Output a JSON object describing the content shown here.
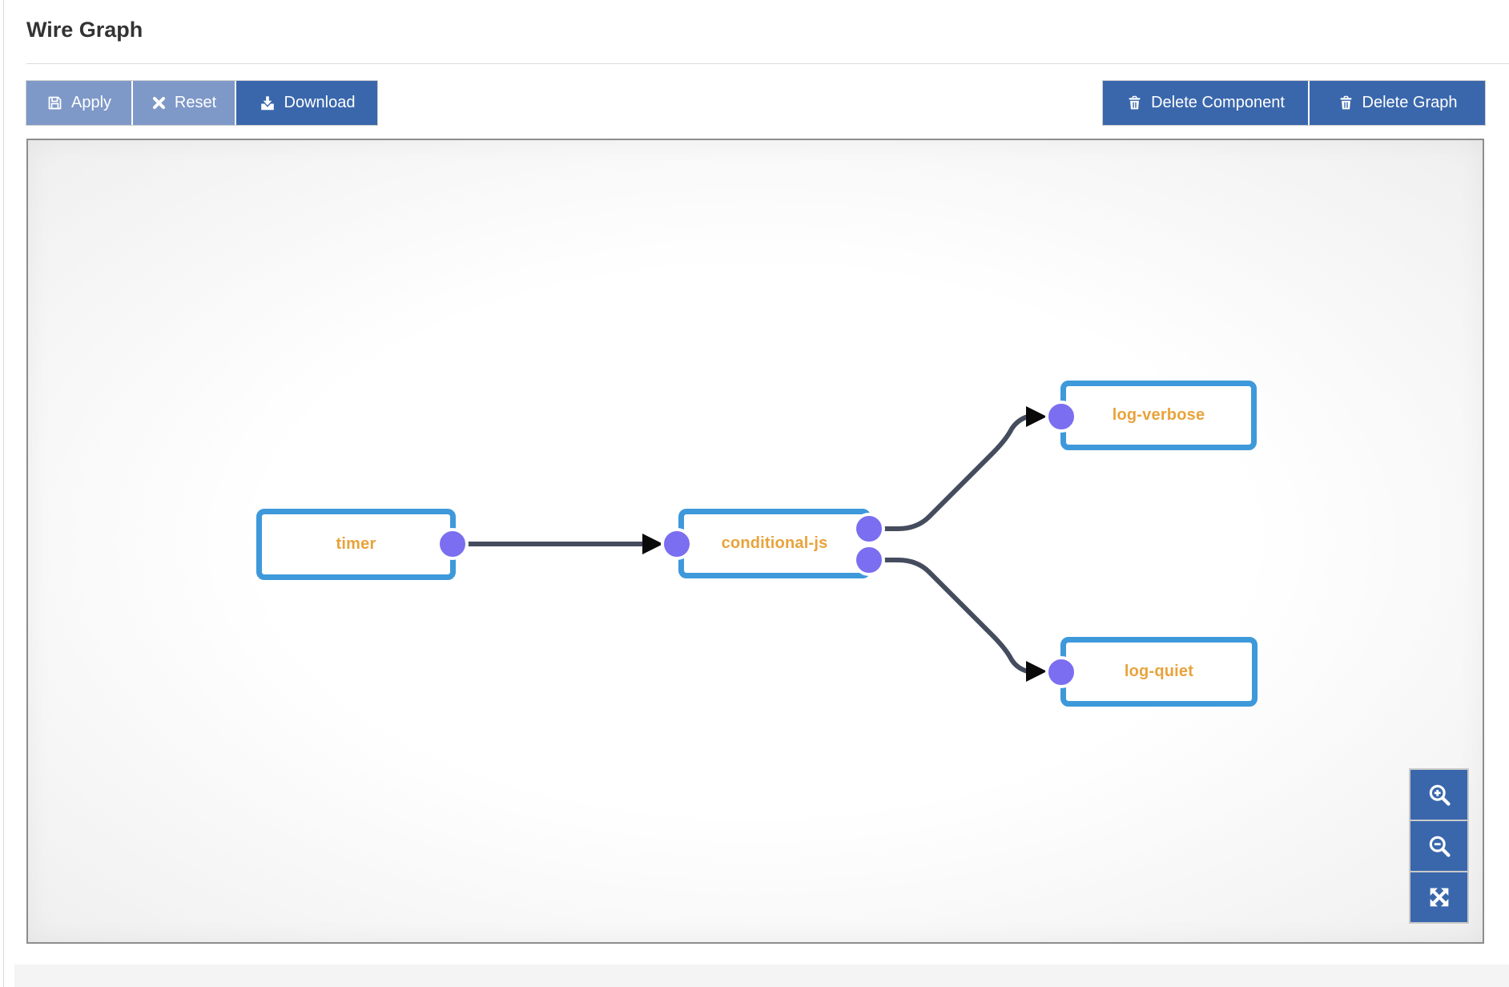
{
  "page": {
    "title": "Wire Graph"
  },
  "toolbar": {
    "apply": "Apply",
    "reset": "Reset",
    "download": "Download",
    "delete_component": "Delete Component",
    "delete_graph": "Delete Graph",
    "icons": {
      "apply": "save-icon",
      "reset": "close-icon",
      "download": "download-icon",
      "delete_component": "trash-icon",
      "delete_graph": "trash-icon"
    }
  },
  "graph": {
    "nodes": [
      {
        "id": "timer",
        "label": "timer",
        "inputs": 0,
        "outputs": 1
      },
      {
        "id": "conditional-js",
        "label": "conditional-js",
        "inputs": 1,
        "outputs": 2
      },
      {
        "id": "log-verbose",
        "label": "log-verbose",
        "inputs": 1,
        "outputs": 0
      },
      {
        "id": "log-quiet",
        "label": "log-quiet",
        "inputs": 1,
        "outputs": 0
      }
    ],
    "edges": [
      {
        "from": "timer",
        "to": "conditional-js"
      },
      {
        "from": "conditional-js",
        "to": "log-verbose"
      },
      {
        "from": "conditional-js",
        "to": "log-quiet"
      }
    ]
  },
  "zoom_controls": {
    "zoom_in_icon": "magnifier-plus-icon",
    "zoom_out_icon": "magnifier-minus-icon",
    "fit_icon": "expand-arrows-icon"
  },
  "colors": {
    "button_light": "#7E98C8",
    "button_dark": "#3A67AC",
    "node_border": "#3E99DA",
    "node_label": "#E8A33C",
    "port_fill": "#7B6EF0",
    "edge_stroke": "#454C5E",
    "arrowhead": "#0a0a0a",
    "canvas_border": "#8d8d8d"
  }
}
